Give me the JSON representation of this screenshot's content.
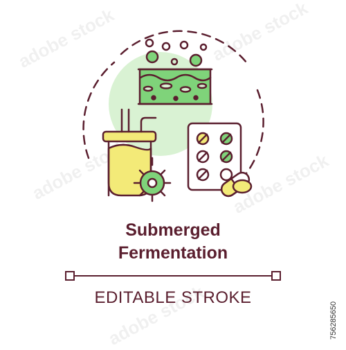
{
  "title_line1": "Submerged",
  "title_line2": "Fermentation",
  "subtitle": "EDITABLE STROKE",
  "side_id": "756285650",
  "watermark": "adobe stock",
  "icons": {
    "bubbles_layer": "microbe-bubbles-icon",
    "cross_section": "culture-layer-icon",
    "bioreactor": "bioreactor-tank-icon",
    "microbe": "virus-icon",
    "blister": "pill-blister-pack-icon",
    "capsule": "capsule-icon"
  },
  "colors": {
    "outline": "#5a1e2e",
    "green": "#7fd37a",
    "light_green": "#d9f2d3",
    "yellow": "#f3ea78"
  }
}
